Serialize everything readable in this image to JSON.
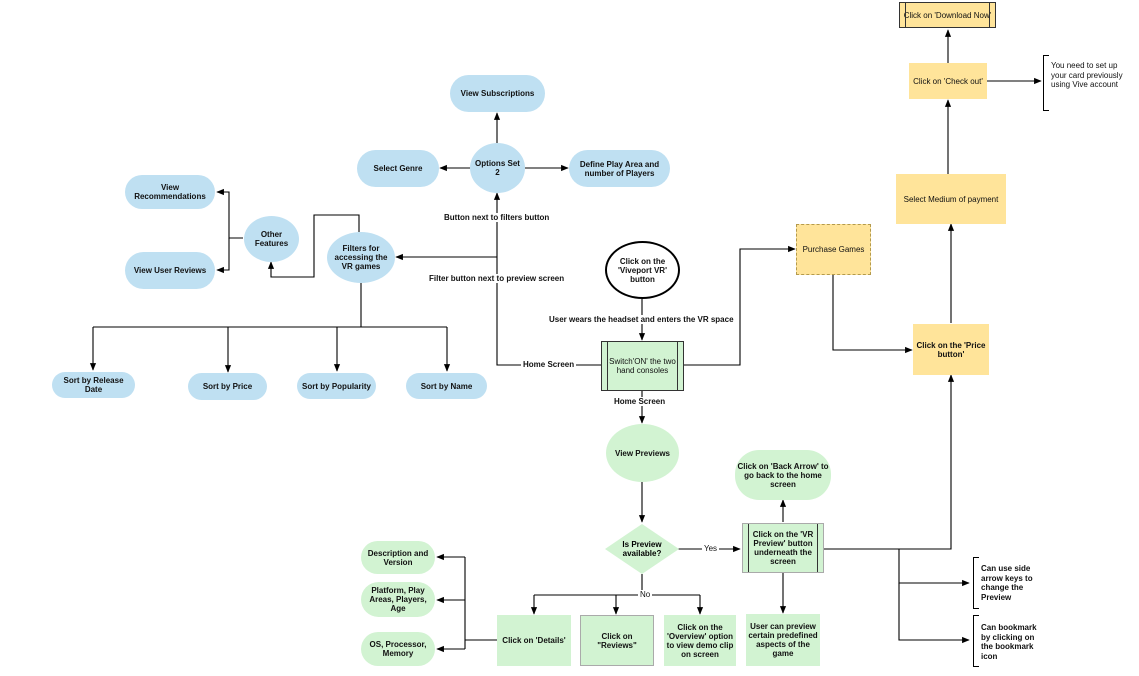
{
  "nodes": {
    "download_now": "Click on 'Download Now'",
    "check_out": "Click on 'Check out'",
    "card_note": "You need to set up your card previously using Vive account",
    "view_subscriptions": "View Subscriptions",
    "select_genre": "Select Genre",
    "options_set_2": "Options Set 2",
    "define_play_area": "Define Play Area and number of Players",
    "view_recommendations": "View Recommendations",
    "other_features": "Other Features",
    "view_user_reviews": "View User Reviews",
    "filters": "Filters for accessing the VR games",
    "click_viveport": "Click on the 'Viveport VR' button",
    "purchase_games": "Purchase Games",
    "select_medium_payment": "Select Medium of payment",
    "switch_on": "Switch'ON' the two hand consoles",
    "sort_release": "Sort by Release Date",
    "sort_price": "Sort by Price",
    "sort_popularity": "Sort by Popularity",
    "sort_name": "Sort by Name",
    "price_button": "Click on the 'Price button'",
    "view_previews": "View Previews",
    "back_arrow": "Click on 'Back Arrow' to go back to the home screen",
    "is_preview": "Is Preview available?",
    "vr_preview": "Click on the 'VR Preview' button underneath the screen",
    "desc_version": "Description and Version",
    "platform": "Platform, Play Areas, Players, Age",
    "os_processor": "OS, Processor, Memory",
    "click_details": "Click on 'Details'",
    "click_reviews": "Click on \"Reviews\"",
    "click_overview": "Click on the 'Overview' option to view demo clip on screen",
    "user_can_preview": "User can preview certain predefined aspects of the game",
    "side_arrow_note": "Can use side arrow keys to change the Preview",
    "bookmark_note": "Can bookmark by clicking on the bookmark icon"
  },
  "edge_labels": {
    "button_next_filters": "Button next to filters button",
    "filter_next_preview": "Filter button next to preview screen",
    "user_wears": "User wears the headset and enters the VR space",
    "home_screen_left": "Home Screen",
    "home_screen_below": "Home Screen",
    "yes": "Yes",
    "no": "No"
  },
  "colors": {
    "blue": "#bfe0f2",
    "green": "#d2f3d2",
    "yellow": "#ffe49a",
    "line": "#000000"
  }
}
